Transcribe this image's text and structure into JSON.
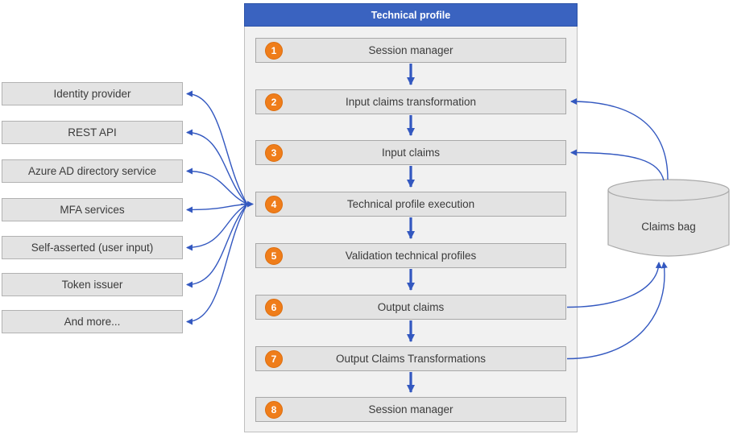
{
  "title": "Technical profile",
  "steps": [
    {
      "number": "1",
      "label": "Session manager"
    },
    {
      "number": "2",
      "label": "Input claims transformation"
    },
    {
      "number": "3",
      "label": "Input claims"
    },
    {
      "number": "4",
      "label": "Technical profile execution"
    },
    {
      "number": "5",
      "label": "Validation technical profiles"
    },
    {
      "number": "6",
      "label": "Output claims"
    },
    {
      "number": "7",
      "label": "Output Claims Transformations"
    },
    {
      "number": "8",
      "label": "Session manager"
    }
  ],
  "sources": [
    "Identity provider",
    "REST API",
    "Azure AD directory service",
    "MFA services",
    "Self-asserted (user input)",
    "Token issuer",
    "And more..."
  ],
  "claims_bag": {
    "label": "Claims bag"
  },
  "colors": {
    "header_blue": "#3A63C0",
    "arrow_blue": "#3358C0",
    "badge_orange": "#EF7D1A",
    "node_fill": "#E3E3E3",
    "container_fill": "#F1F1F1"
  }
}
